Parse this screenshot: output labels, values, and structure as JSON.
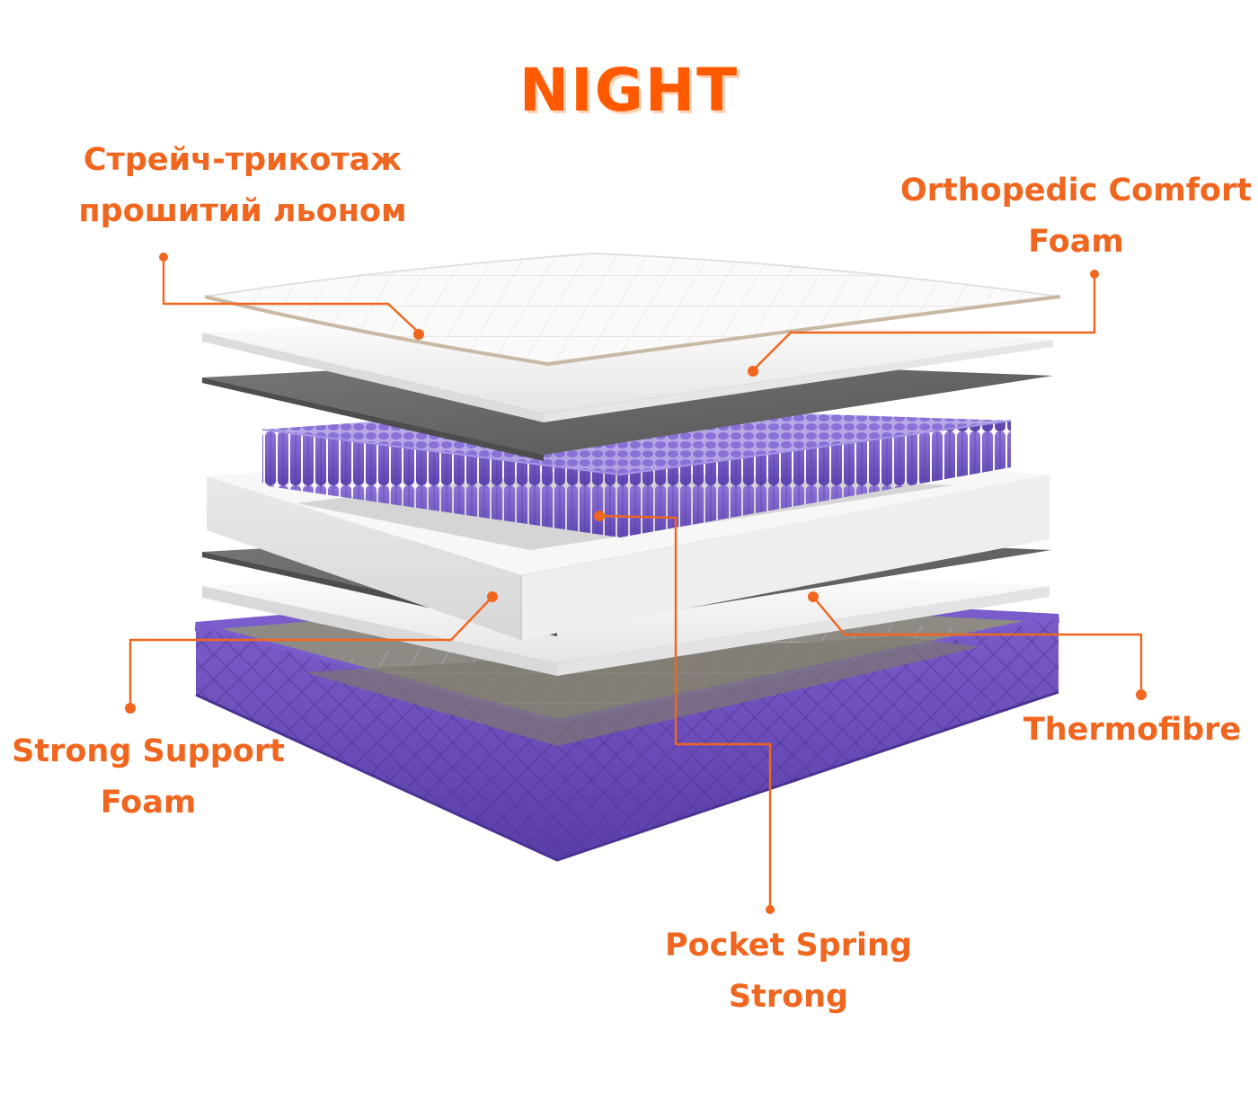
{
  "title": "NIGHT",
  "colors": {
    "accent": "#f0661f",
    "title": "#ff5a00",
    "mattress_purple": "#6a4dbb",
    "spring_purple": "#7b5fcf",
    "foam_white": "#f4f4f4",
    "felt_gray": "#6b6b6b"
  },
  "labels": {
    "cover": {
      "line1": "Стрейч-трикотаж",
      "line2": "прошитий льоном"
    },
    "comfort": {
      "line1": "Orthopedic Comfort",
      "line2": "Foam"
    },
    "support": {
      "line1": "Strong Support",
      "line2": "Foam"
    },
    "thermo": {
      "line1": "Thermofibre"
    },
    "spring": {
      "line1": "Pocket Spring",
      "line2": "Strong"
    }
  }
}
